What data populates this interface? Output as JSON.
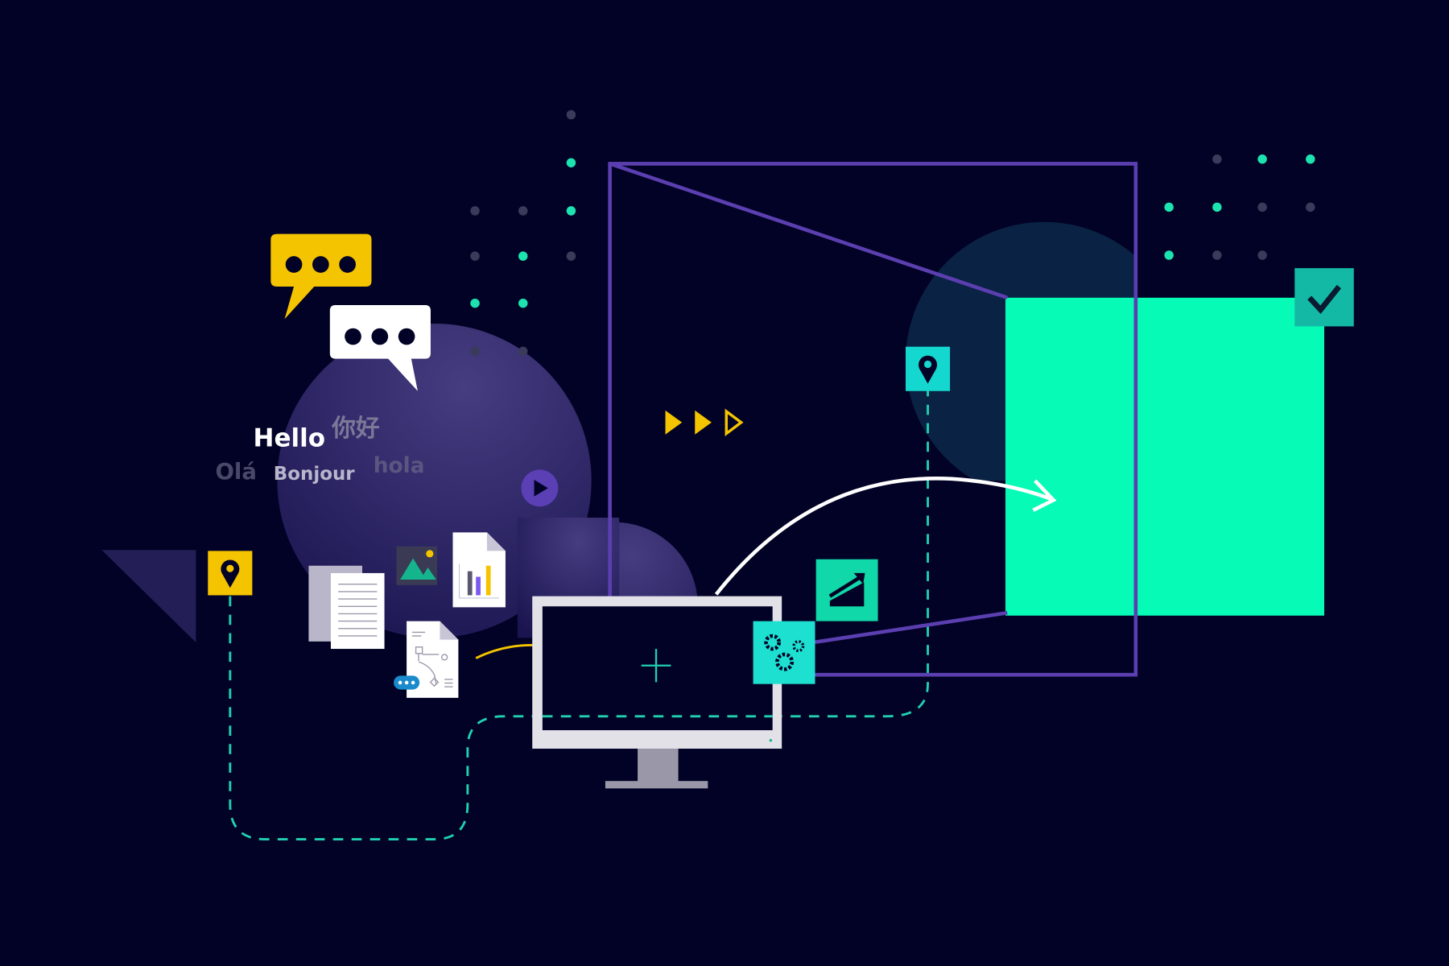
{
  "greetings": {
    "hello": "Hello",
    "chinese": "你好",
    "portuguese": "Olá",
    "french": "Bonjour",
    "spanish": "hola"
  },
  "colors": {
    "background": "#020226",
    "accent_green": "#05fbb6",
    "accent_teal": "#14c8b4",
    "purple": "#5b3fb0",
    "yellow": "#f5c400"
  }
}
